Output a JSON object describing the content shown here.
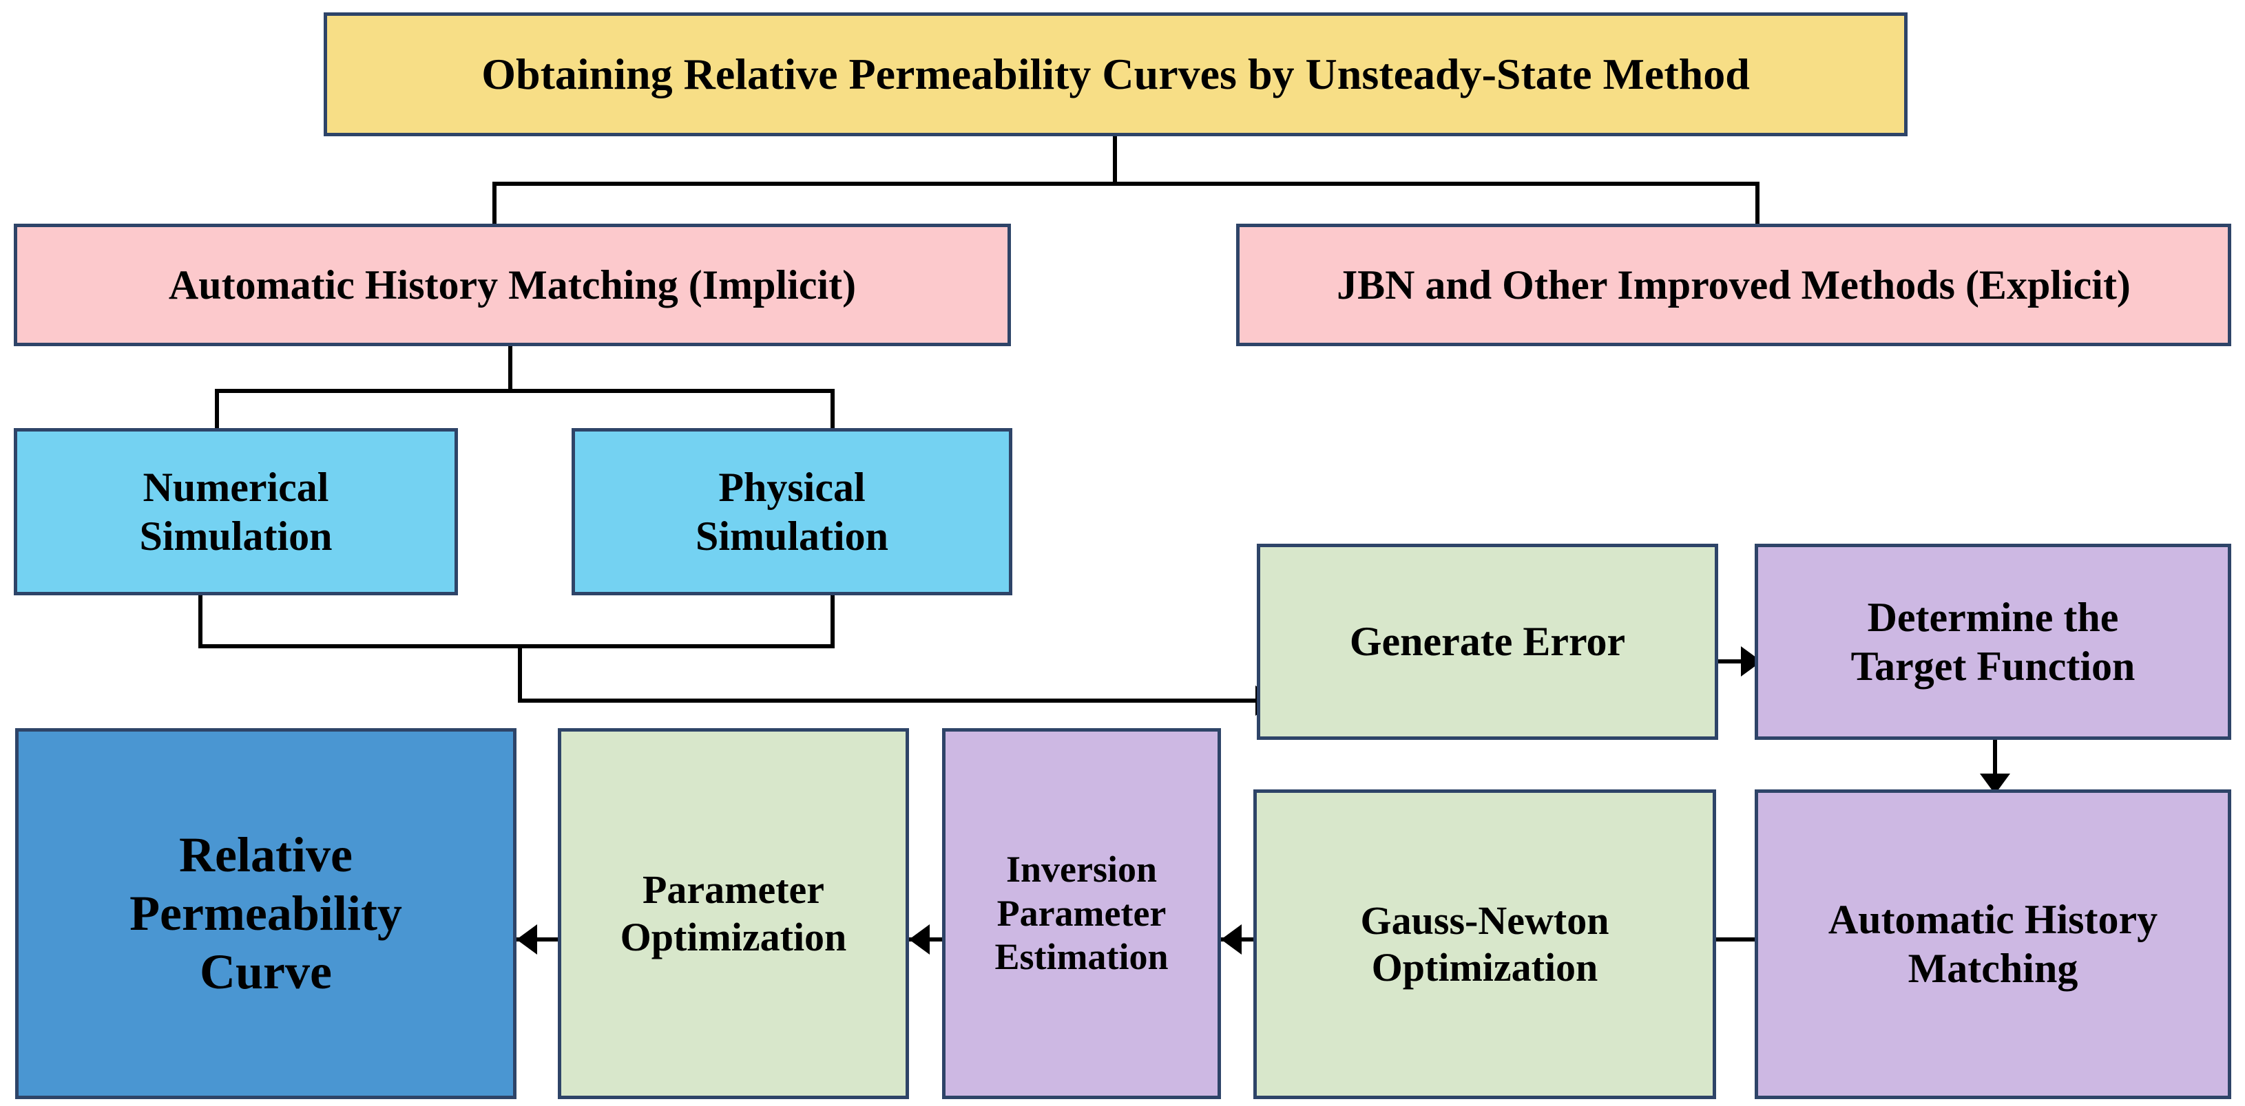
{
  "diagram": {
    "title_node": {
      "label": "Obtaining Relative Permeability Curves by Unsteady-State Method",
      "color": "#F7DE86"
    },
    "branches": [
      {
        "id": "implicit",
        "label": "Automatic History Matching (Implicit)",
        "color": "#FCC9CC"
      },
      {
        "id": "explicit",
        "label": "JBN and Other Improved Methods (Explicit)",
        "color": "#FCC9CC"
      }
    ],
    "simulations": [
      {
        "id": "numerical",
        "label": "Numerical\nSimulation",
        "color": "#74D2F2"
      },
      {
        "id": "physical",
        "label": "Physical\nSimulation",
        "color": "#74D2F2"
      }
    ],
    "workflow": [
      {
        "id": "generate-error",
        "label": "Generate Error",
        "color": "#D8E7CB"
      },
      {
        "id": "target-function",
        "label": "Determine the\nTarget Function",
        "color": "#CDB8E3"
      },
      {
        "id": "auto-history-match",
        "label": "Automatic History\nMatching",
        "color": "#CDB8E3"
      },
      {
        "id": "gauss-newton",
        "label": "Gauss-Newton\nOptimization",
        "color": "#D8E7CB"
      },
      {
        "id": "inversion-param",
        "label": "Inversion\nParameter\nEstimation",
        "color": "#CDB8E3"
      },
      {
        "id": "param-optimization",
        "label": "Parameter\nOptimization",
        "color": "#D8E7CB"
      },
      {
        "id": "result",
        "label": "Relative\nPermeability\nCurve",
        "color": "#4A96D2"
      }
    ],
    "connector_color": "#000000",
    "border_color": "#2E4468"
  },
  "chart_data": {
    "type": "diagram",
    "title": "Obtaining Relative Permeability Curves by Unsteady-State Method",
    "nodes": [
      {
        "id": "root",
        "label": "Obtaining Relative Permeability Curves by Unsteady-State Method",
        "color": "#F7DE86",
        "row": 0
      },
      {
        "id": "implicit",
        "label": "Automatic History Matching (Implicit)",
        "color": "#FCC9CC",
        "row": 1
      },
      {
        "id": "explicit",
        "label": "JBN and Other Improved Methods (Explicit)",
        "color": "#FCC9CC",
        "row": 1
      },
      {
        "id": "numerical",
        "label": "Numerical Simulation",
        "color": "#74D2F2",
        "row": 2
      },
      {
        "id": "physical",
        "label": "Physical Simulation",
        "color": "#74D2F2",
        "row": 2
      },
      {
        "id": "generate-error",
        "label": "Generate Error",
        "color": "#D8E7CB",
        "row": 3
      },
      {
        "id": "target-function",
        "label": "Determine the Target Function",
        "color": "#CDB8E3",
        "row": 3
      },
      {
        "id": "auto-history-match",
        "label": "Automatic History Matching",
        "color": "#CDB8E3",
        "row": 4
      },
      {
        "id": "gauss-newton",
        "label": "Gauss-Newton Optimization",
        "color": "#D8E7CB",
        "row": 4
      },
      {
        "id": "inversion-param",
        "label": "Inversion Parameter Estimation",
        "color": "#CDB8E3",
        "row": 4
      },
      {
        "id": "param-optimization",
        "label": "Parameter Optimization",
        "color": "#D8E7CB",
        "row": 4
      },
      {
        "id": "result",
        "label": "Relative Permeability Curve",
        "color": "#4A96D2",
        "row": 4
      }
    ],
    "edges": [
      {
        "from": "root",
        "to": "implicit",
        "style": "elbow",
        "arrow": false
      },
      {
        "from": "root",
        "to": "explicit",
        "style": "elbow",
        "arrow": false
      },
      {
        "from": "implicit",
        "to": "numerical",
        "style": "elbow",
        "arrow": false
      },
      {
        "from": "implicit",
        "to": "physical",
        "style": "elbow",
        "arrow": false
      },
      {
        "from": "numerical",
        "to": "generate-error",
        "style": "merge",
        "arrow": true
      },
      {
        "from": "physical",
        "to": "generate-error",
        "style": "merge",
        "arrow": true
      },
      {
        "from": "generate-error",
        "to": "target-function",
        "style": "straight",
        "arrow": true,
        "direction": "right"
      },
      {
        "from": "target-function",
        "to": "auto-history-match",
        "style": "straight",
        "arrow": true,
        "direction": "down"
      },
      {
        "from": "auto-history-match",
        "to": "gauss-newton",
        "style": "straight",
        "arrow": true,
        "direction": "left"
      },
      {
        "from": "gauss-newton",
        "to": "inversion-param",
        "style": "straight",
        "arrow": true,
        "direction": "left"
      },
      {
        "from": "inversion-param",
        "to": "param-optimization",
        "style": "straight",
        "arrow": true,
        "direction": "left"
      },
      {
        "from": "param-optimization",
        "to": "result",
        "style": "straight",
        "arrow": true,
        "direction": "left"
      }
    ]
  }
}
